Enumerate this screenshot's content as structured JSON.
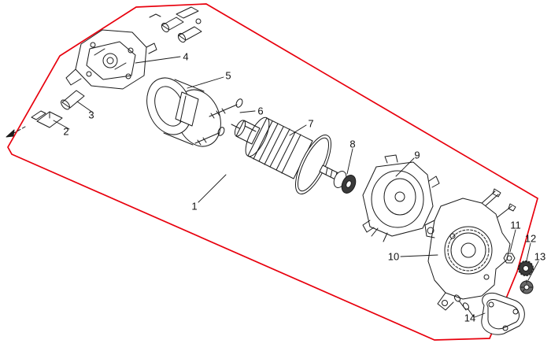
{
  "diagram": {
    "background": "#ffffff",
    "outline_color": "#e8000d",
    "line_color": "#1a1a1a"
  },
  "callouts": [
    {
      "label": "1"
    },
    {
      "label": "2"
    },
    {
      "label": "3"
    },
    {
      "label": "4"
    },
    {
      "label": "5"
    },
    {
      "label": "6"
    },
    {
      "label": "7"
    },
    {
      "label": "8"
    },
    {
      "label": "9"
    },
    {
      "label": "10"
    },
    {
      "label": "11"
    },
    {
      "label": "12"
    },
    {
      "label": "13"
    },
    {
      "label": "14"
    }
  ]
}
